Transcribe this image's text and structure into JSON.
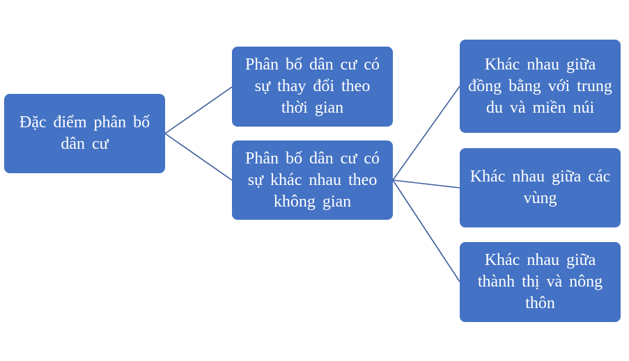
{
  "diagram": {
    "root": {
      "label": "Đặc điểm phân bố dân cư"
    },
    "level1": [
      {
        "label": "Phân bố dân cư có sự thay đổi theo thời gian"
      },
      {
        "label": "Phân bố dân cư có sự khác nhau theo không gian"
      }
    ],
    "level2": [
      {
        "label": "Khác nhau giữa đồng bằng với trung du và miền núi"
      },
      {
        "label": "Khác nhau giữa các vùng"
      },
      {
        "label": "Khác nhau giữa thành thị và nông thôn"
      }
    ],
    "colors": {
      "node_fill": "#4472c4",
      "node_text": "#ffffff",
      "connector": "#3d5d9c"
    }
  }
}
